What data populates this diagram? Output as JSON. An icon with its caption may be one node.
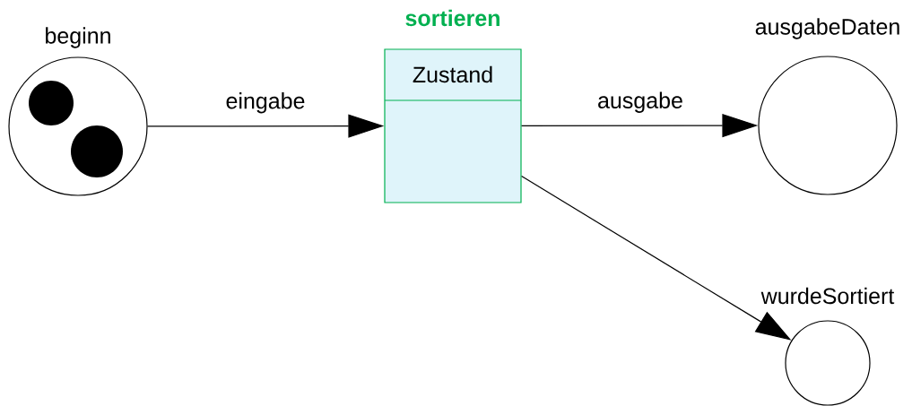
{
  "diagram": {
    "nodes": [
      {
        "text": [
          "beginn"
        ]
      },
      {
        "text": [
          "sortieren",
          "Zustand"
        ]
      },
      {
        "text": [
          "ausgabeDaten"
        ]
      },
      {
        "text": [
          "wurdeSortiert"
        ]
      }
    ],
    "edges": [
      {
        "from": 0,
        "to": 1,
        "arrow": "to",
        "label": "eingabe"
      },
      {
        "from": 1,
        "to": 2,
        "arrow": "to",
        "label": "ausgabe"
      },
      {
        "from": 1,
        "to": 3,
        "arrow": "to"
      }
    ]
  }
}
